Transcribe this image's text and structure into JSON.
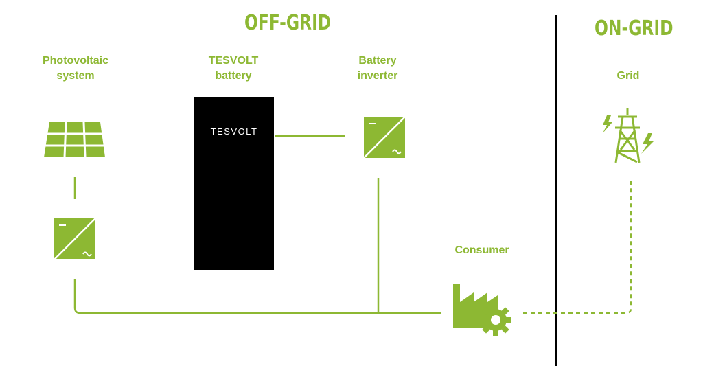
{
  "headings": {
    "off_grid": "OFF-GRID",
    "on_grid": "ON-GRID"
  },
  "labels": {
    "pv": [
      "Photovoltaic",
      "system"
    ],
    "battery": [
      "TESVOLT",
      "battery"
    ],
    "inverter": [
      "Battery",
      "inverter"
    ],
    "grid": "Grid",
    "consumer": "Consumer"
  },
  "battery_logo": "TESVOLT",
  "colors": {
    "accent": "#8db833",
    "battery": "#000000",
    "divider": "#000000"
  },
  "icons": [
    "solar-panel-icon",
    "pv-inverter-icon",
    "battery-inverter-icon",
    "power-pylon-icon",
    "factory-gear-icon"
  ]
}
